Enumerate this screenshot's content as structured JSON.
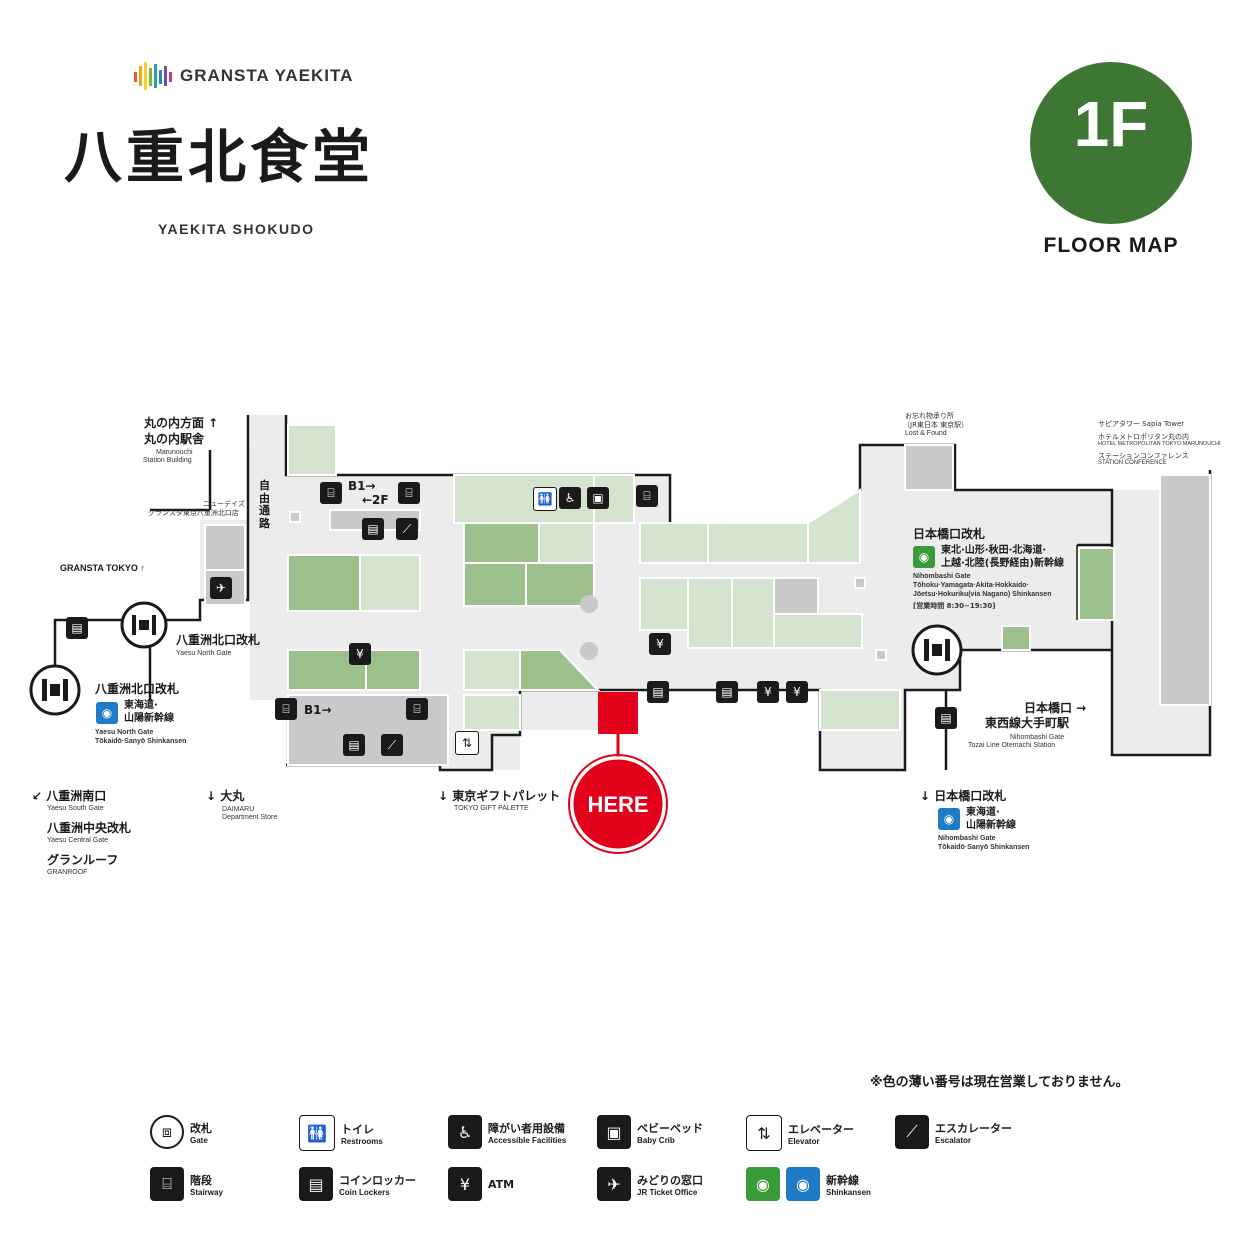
{
  "header": {
    "brand": "GRANSTA YAEKITA",
    "title_jp": "八重北食堂",
    "title_en": "YAEKITA SHOKUDO",
    "floor": "1F",
    "floor_label": "FLOOR MAP"
  },
  "colors": {
    "floor_badge": "#3e7633",
    "shop_dark": "#9cbf8c",
    "shop_light": "#d3e3cd",
    "facility": "#c8c8c8",
    "corridor": "#ebebeb",
    "here": "#e2001a"
  },
  "labels": {
    "marunouchi_dir": "丸の内方面 ↑",
    "marunouchi_station": "丸の内駅舎",
    "marunouchi_en": "Marunouchi",
    "marunouchi_en2": "Station Building",
    "newdays": "ニューデイズ",
    "newdays_sub": "グランスタ東京八重洲北口店",
    "jiyu_tsuro": "自由通路",
    "gransta_tokyo": "GRANSTA TOKYO ↑",
    "b1_2f_a": "B1→",
    "b1_2f_b": "←2F",
    "yaesu_north_jp": "八重洲北口改札",
    "yaesu_north_en": "Yaesu North Gate",
    "yaesu_north2_jp": "八重洲北口改札",
    "tokaido_jp1": "東海道·",
    "tokaido_jp2": "山陽新幹線",
    "yaesu_north2_en1": "Yaesu North Gate",
    "yaesu_north2_en2": "Tōkaidō·Sanyō Shinkansen",
    "b1_down": "B1→",
    "yaesu_south_jp": "↙ 八重洲南口",
    "yaesu_south_en": "Yaesu South Gate",
    "yaesu_central_jp": "八重洲中央改札",
    "yaesu_central_en": "Yaesu Central Gate",
    "granroof_jp": "グランルーフ",
    "granroof_en": "GRANROOF",
    "daimaru_jp": "↓ 大丸",
    "daimaru_en1": "DAIMARU",
    "daimaru_en2": "Department Store",
    "gift_jp": "↓ 東京ギフトパレット",
    "gift_en": "TOKYO GIFT PALETTE",
    "here": "HERE",
    "lost_found_jp1": "お忘れ物承り所",
    "lost_found_jp2": "（JR東日本 東京駅）",
    "lost_found_en": "Lost & Found",
    "sapia": "サピアタワー Sapia Tower",
    "hotel_jp": "ホテルメトロポリタン丸の内",
    "hotel_en": "HOTEL METROPOLITAN TOKYO MARUNOUCHI",
    "conf_jp": "ステーションコンファレンス",
    "conf_en": "STATION CONFERENCE",
    "nihombashi_gate_jp": "日本橋口改札",
    "shinkansen_n1": "東北·山形·秋田·北海道·",
    "shinkansen_n2": "上越·北陸(長野経由)新幹線",
    "nihombashi_en1": "Nihombashi Gate",
    "nihombashi_en2": "Tōhoku·Yamagata·Akita·Hokkaido·",
    "nihombashi_en3": "Jōetsu·Hokuriku(via Nagano) Shinkansen",
    "hours": "[営業時間 8:30−19:30]",
    "nihombashi_exit_jp": "日本橋口 →",
    "tozai_jp": "東西線大手町駅",
    "tozai_en1": "Nihombashi Gate",
    "tozai_en2": "Tozai Line Otemachi Station",
    "nihombashi_s_jp": "↓ 日本橋口改札",
    "tokaido_s1": "東海道·",
    "tokaido_s2": "山陽新幹線",
    "nihombashi_s_en1": "Nihombashi Gate",
    "nihombashi_s_en2": "Tōkaidō·Sanyō Shinkansen"
  },
  "note": "※色の薄い番号は現在営業しておりません。",
  "legend": [
    {
      "icon": "⧈",
      "jp": "改札",
      "en": "Gate"
    },
    {
      "icon": "🚻",
      "jp": "トイレ",
      "en": "Restrooms"
    },
    {
      "icon": "♿",
      "jp": "障がい者用設備",
      "en": "Accessible Facilities"
    },
    {
      "icon": "▣",
      "jp": "ベビーベッド",
      "en": "Baby Crib"
    },
    {
      "icon": "⇅",
      "jp": "エレベーター",
      "en": "Elevator"
    },
    {
      "icon": "⟋",
      "jp": "エスカレーター",
      "en": "Escalator"
    },
    {
      "icon": "⌸",
      "jp": "階段",
      "en": "Stairway"
    },
    {
      "icon": "▤",
      "jp": "コインロッカー",
      "en": "Coin Lockers"
    },
    {
      "icon": "¥",
      "jp": "ATM",
      "en": ""
    },
    {
      "icon": "✈",
      "jp": "みどりの窓口",
      "en": "JR Ticket Office"
    },
    {
      "icon": "◉",
      "jp": "新幹線",
      "en": "Shinkansen"
    }
  ]
}
